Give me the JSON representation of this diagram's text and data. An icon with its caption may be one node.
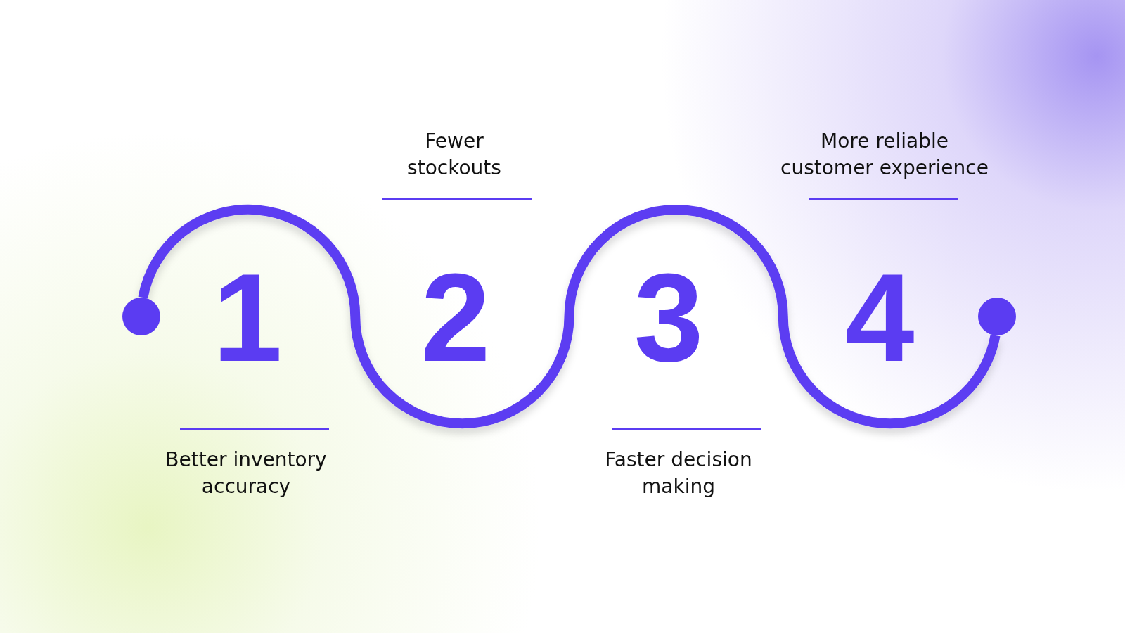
{
  "diagram": {
    "nodes": [
      {
        "text": [],
        "shape": "circle"
      },
      {
        "text": [],
        "shape": "circle"
      }
    ],
    "edges": [
      {
        "from": 0,
        "to": 1,
        "arrow": "none"
      }
    ],
    "labels": [
      "Fewer stockouts",
      "More reliable customer experience",
      "1",
      "2",
      "3",
      "4",
      "Better inventory accuracy",
      "Faster decision making"
    ]
  }
}
